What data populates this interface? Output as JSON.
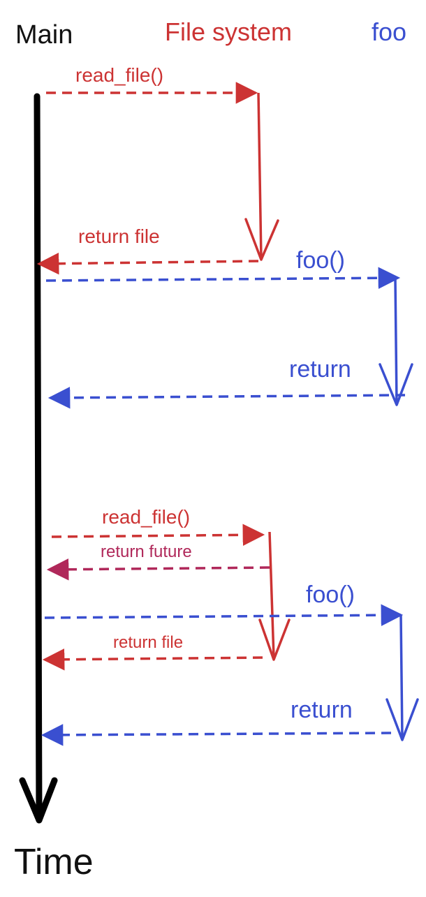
{
  "colors": {
    "main": "#000000",
    "file_system": "#cc3333",
    "foo": "#3a4fd0",
    "future": "#b0285a"
  },
  "headers": {
    "main": "Main",
    "file_system": "File system",
    "foo": "foo"
  },
  "axis_label": "Time",
  "messages": {
    "read_file_1": "read_file()",
    "return_file_1": "return file",
    "foo_call_1": "foo()",
    "foo_return_1": "return",
    "read_file_2": "read_file()",
    "return_future": "return future",
    "foo_call_2": "foo()",
    "return_file_2": "return file",
    "foo_return_2": "return"
  }
}
